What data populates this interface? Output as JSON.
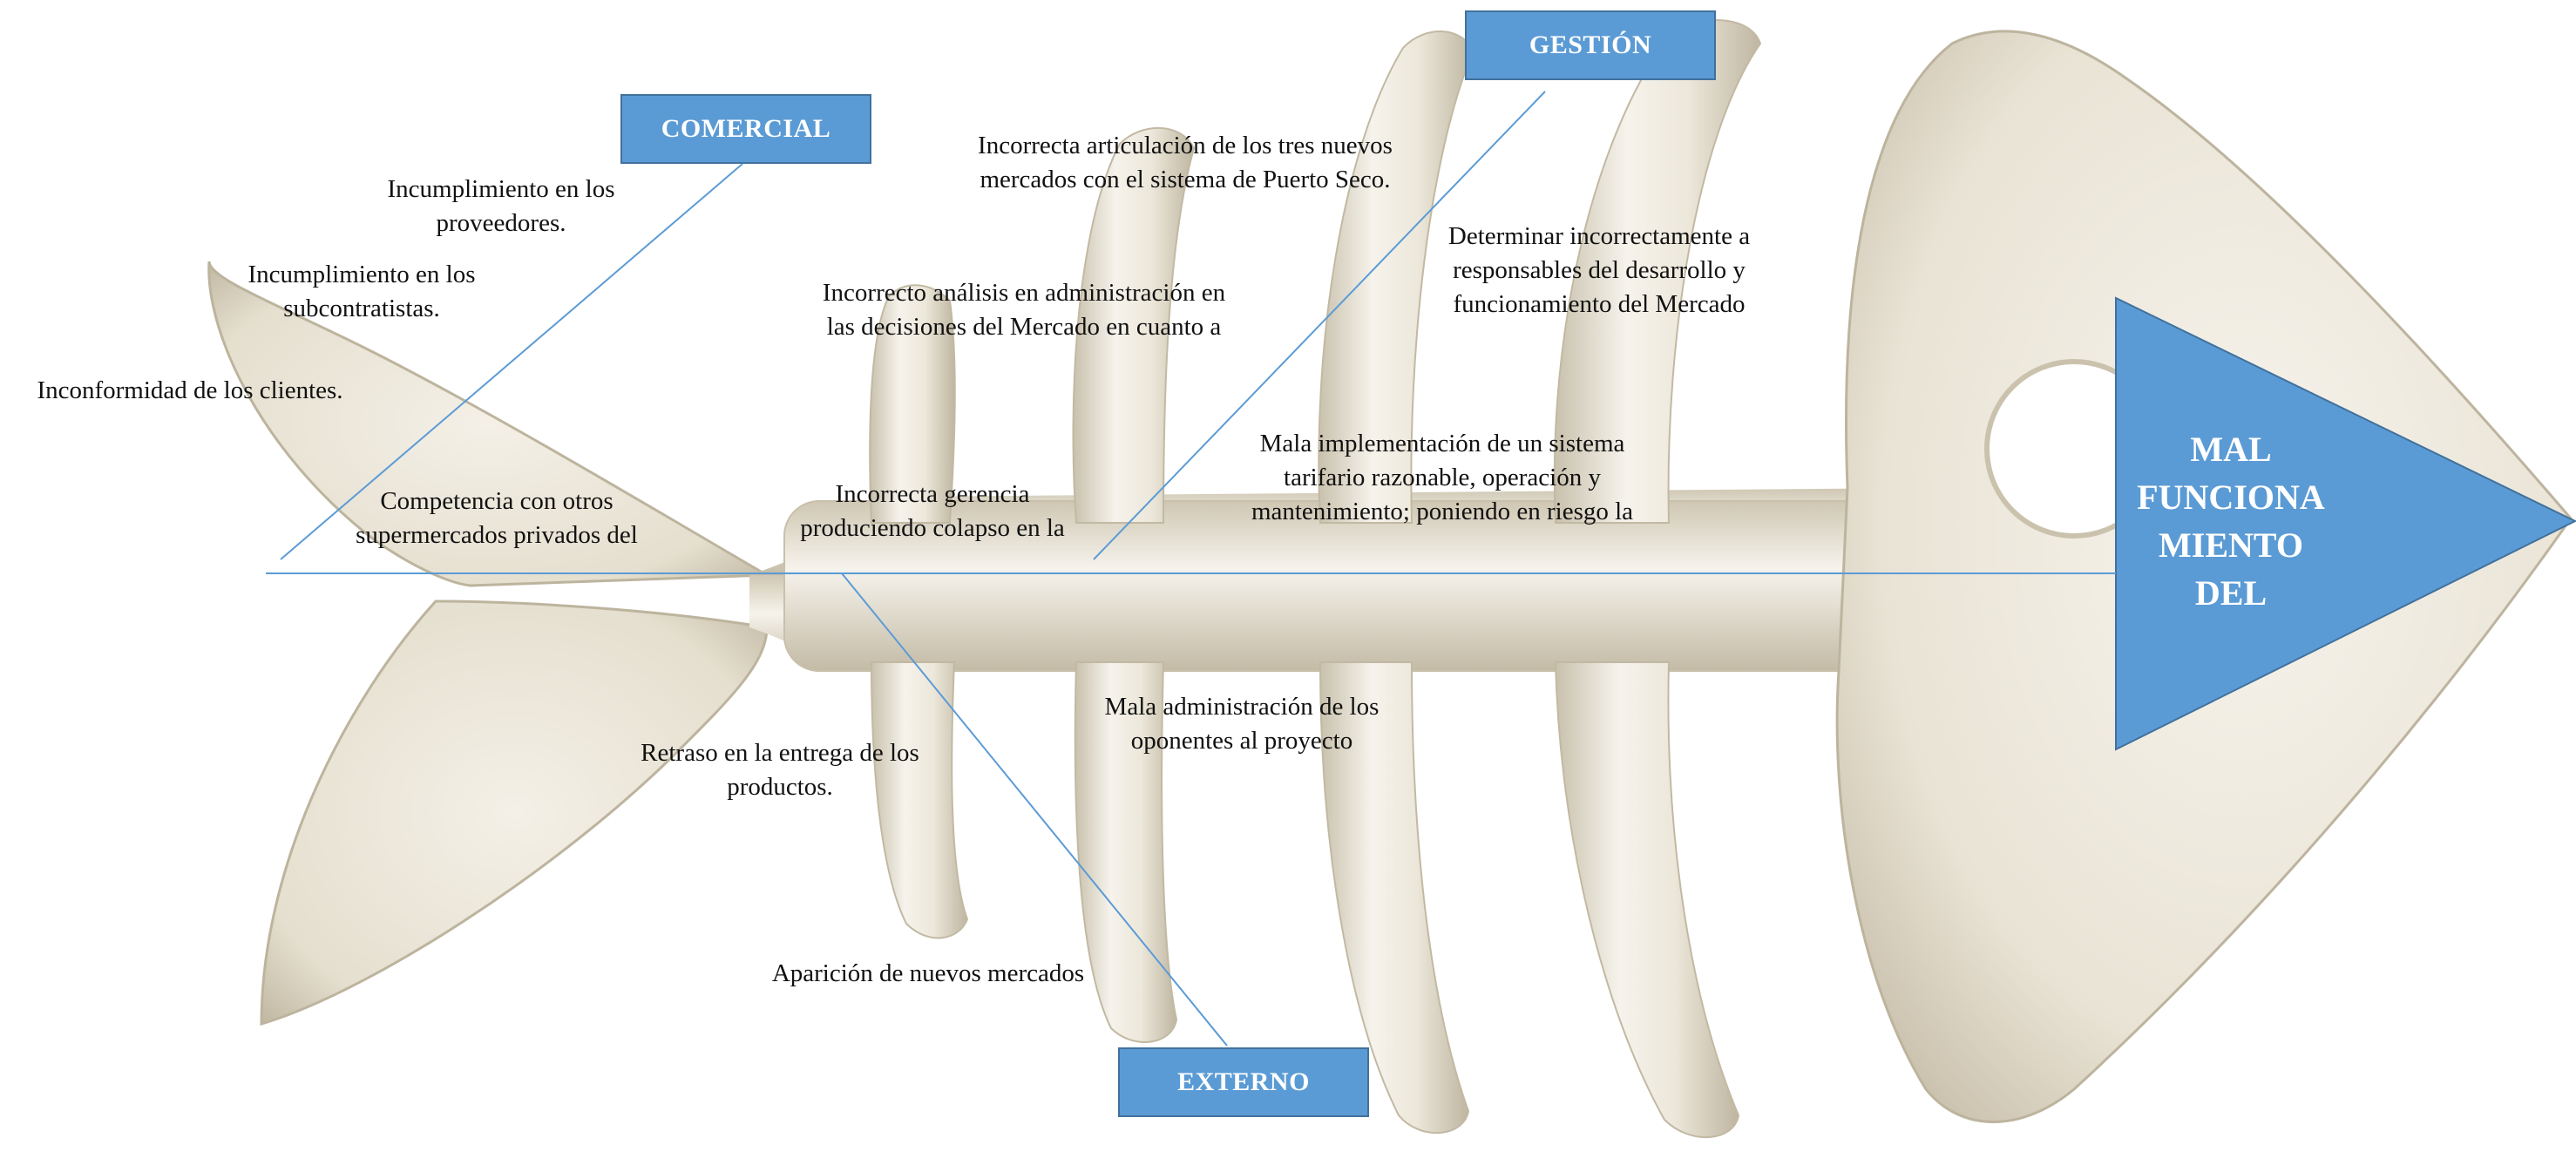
{
  "colors": {
    "bone_light": "#f4f1e9",
    "bone_mid": "#e6e0d0",
    "bone_shadow": "#b9b09a",
    "accent_blue": "#5b9bd5",
    "accent_border": "#41719c",
    "line_blue": "#5b9bd5",
    "text": "#111111"
  },
  "effect": {
    "title_lines": [
      "MAL",
      "FUNCIONA",
      "MIENTO",
      "DEL"
    ]
  },
  "categories": {
    "comercial": "COMERCIAL",
    "gestion": "GESTIÓN",
    "externo": "EXTERNO"
  },
  "causes": {
    "comercial": [
      {
        "lines": [
          "Incumplimiento en los",
          "proveedores."
        ]
      },
      {
        "lines": [
          "Incumplimiento en los",
          "subcontratistas."
        ]
      },
      {
        "lines": [
          "Inconformidad de los clientes."
        ]
      },
      {
        "lines": [
          "Competencia con otros",
          "supermercados privados del"
        ]
      }
    ],
    "gestion": [
      {
        "lines": [
          "Incorrecta articulación de los tres nuevos",
          "mercados con el sistema de Puerto Seco."
        ]
      },
      {
        "lines": [
          "Incorrecto análisis en administración en",
          "las decisiones del Mercado en cuanto a"
        ]
      },
      {
        "lines": [
          "Incorrecta gerencia",
          "produciendo colapso en la"
        ]
      },
      {
        "lines": [
          "Determinar incorrectamente a",
          "responsables del desarrollo y",
          "funcionamiento del Mercado"
        ]
      },
      {
        "lines": [
          "Mala implementación de un sistema",
          "tarifario razonable, operación y",
          "mantenimiento; poniendo en riesgo la"
        ]
      }
    ],
    "externo": [
      {
        "lines": [
          "Retraso en la entrega de los",
          "productos."
        ]
      },
      {
        "lines": [
          "Mala administración de los",
          "oponentes al proyecto"
        ]
      },
      {
        "lines": [
          "Aparición de nuevos mercados"
        ]
      }
    ]
  }
}
